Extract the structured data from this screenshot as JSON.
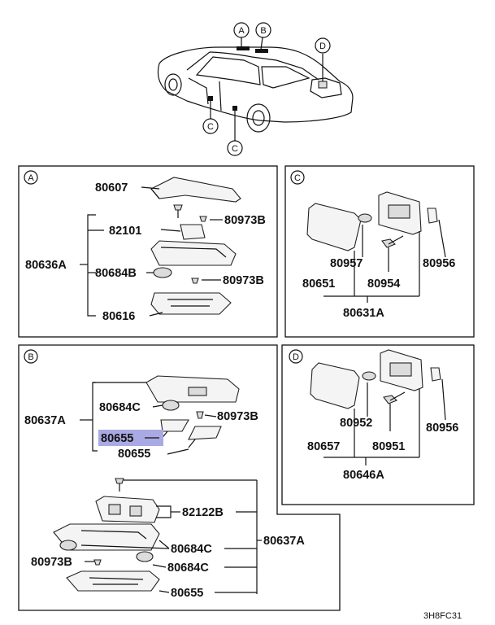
{
  "car_callouts": {
    "a": "A",
    "b": "B",
    "c1": "C",
    "c2": "C",
    "d": "D"
  },
  "sections": {
    "A": {
      "letter": "A",
      "parts": {
        "p80607": "80607",
        "p82101": "82101",
        "p80973b_1": "80973B",
        "p80636a": "80636A",
        "p80684b": "80684B",
        "p80973b_2": "80973B",
        "p80616": "80616"
      }
    },
    "B": {
      "letter": "B",
      "parts": {
        "p80684c": "80684C",
        "p80637a": "80637A",
        "p80973b": "80973B",
        "p80655_hl": "80655",
        "p80655": "80655",
        "p82122b": "82122B",
        "p80637a_2": "80637A",
        "p80684c_2": "80684C",
        "p80973b_2": "80973B",
        "p80684c_3": "80684C",
        "p80655_2": "80655"
      }
    },
    "C": {
      "letter": "C",
      "parts": {
        "p80957": "80957",
        "p80956": "80956",
        "p80651": "80651",
        "p80954": "80954",
        "p80631a": "80631A"
      }
    },
    "D": {
      "letter": "D",
      "parts": {
        "p80952": "80952",
        "p80956": "80956",
        "p80657": "80657",
        "p80951": "80951",
        "p80646a": "80646A"
      }
    }
  },
  "diagram_code": "3H8FC31",
  "colors": {
    "highlight": "#a9a9e3",
    "ink": "#111111"
  }
}
